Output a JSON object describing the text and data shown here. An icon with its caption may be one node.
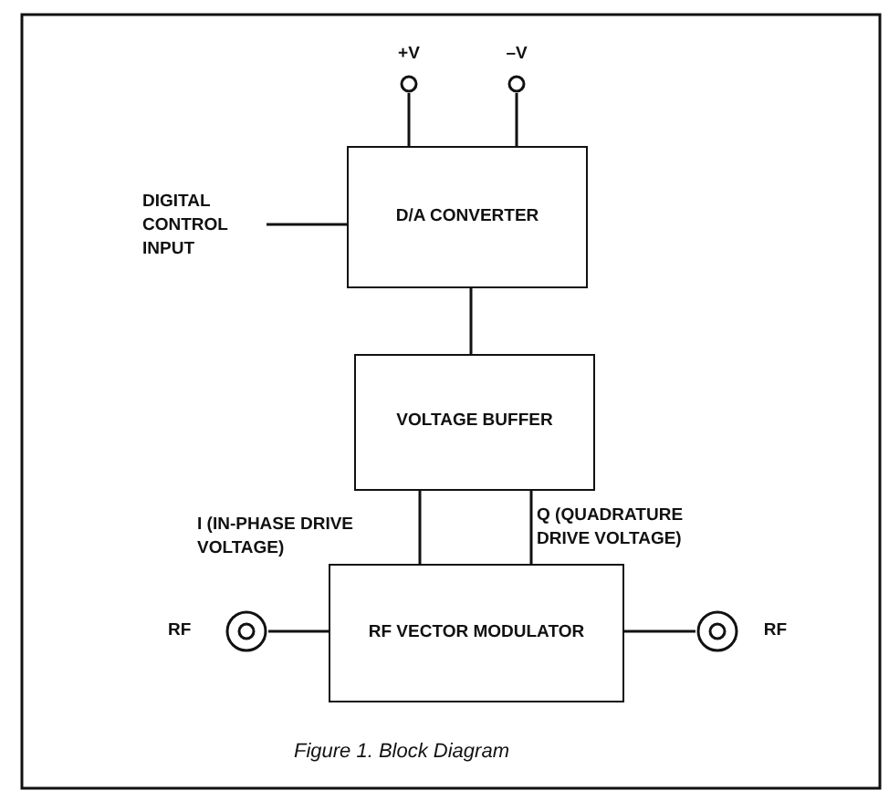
{
  "diagram": {
    "caption": "Figure 1. Block Diagram",
    "nodes": [
      {
        "text": [
          "+V"
        ]
      },
      {
        "text": [
          "–V"
        ]
      },
      {
        "text": [
          "D/A CONVERTER"
        ]
      },
      {
        "text": [
          "DIGITAL CONTROL INPUT"
        ]
      },
      {
        "text": [
          "VOLTAGE BUFFER"
        ]
      },
      {
        "text": [
          "RF"
        ]
      },
      {
        "text": [
          "RF VECTOR MODULATOR"
        ]
      },
      {
        "text": [
          "RF"
        ]
      }
    ],
    "edges": [
      {
        "from": 0,
        "to": 2,
        "arrow": "none"
      },
      {
        "from": 1,
        "to": 2,
        "arrow": "none"
      },
      {
        "from": 3,
        "to": 2,
        "arrow": "none"
      },
      {
        "from": 2,
        "to": 4,
        "arrow": "none"
      },
      {
        "from": 4,
        "to": 6,
        "arrow": "none",
        "label": "I (IN-PHASE DRIVE VOLTAGE)"
      },
      {
        "from": 4,
        "to": 6,
        "arrow": "none",
        "label": "Q (QUADRATURE DRIVE VOLTAGE)"
      },
      {
        "from": 5,
        "to": 6,
        "arrow": "none"
      },
      {
        "from": 6,
        "to": 7,
        "arrow": "none"
      }
    ]
  }
}
